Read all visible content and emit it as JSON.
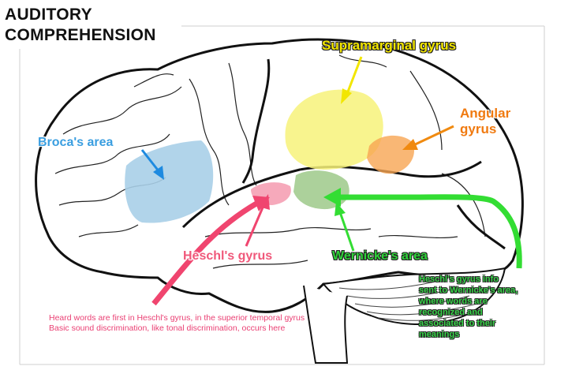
{
  "title": {
    "line1": "AUDITORY",
    "line2": "COMPREHENSION"
  },
  "labels": {
    "supramarginal": "Supramarginal gyrus",
    "angular_line1": "Angular",
    "angular_line2": "gyrus",
    "broca": "Broca's area",
    "heschl": "Heschl's gyrus",
    "wernicke": "Wernicke's area"
  },
  "notes": {
    "wernicke_path": [
      "Heschl's gyrus info",
      "sent to Wernicke's area,",
      "where words are",
      "recognized and",
      "associated to their",
      "meanings"
    ],
    "heschl_info": [
      "Heard words are first in Heschl's gyrus, in the superior temporal gyrus",
      "Basic sound discrimination, like tonal discrimination, occurs here"
    ]
  },
  "colors": {
    "supramarginal": "#f7f27a",
    "angular": "#f7a552",
    "broca": "#a9cfe8",
    "heschl": "#f5a0b4",
    "wernicke": "#9ec98a",
    "green_arrow": "#33dd33",
    "pink_arrow": "#f0456f",
    "yellow_arrow": "#f2e600",
    "orange_arrow": "#f08a10",
    "blue_arrow": "#1d8ae0"
  }
}
